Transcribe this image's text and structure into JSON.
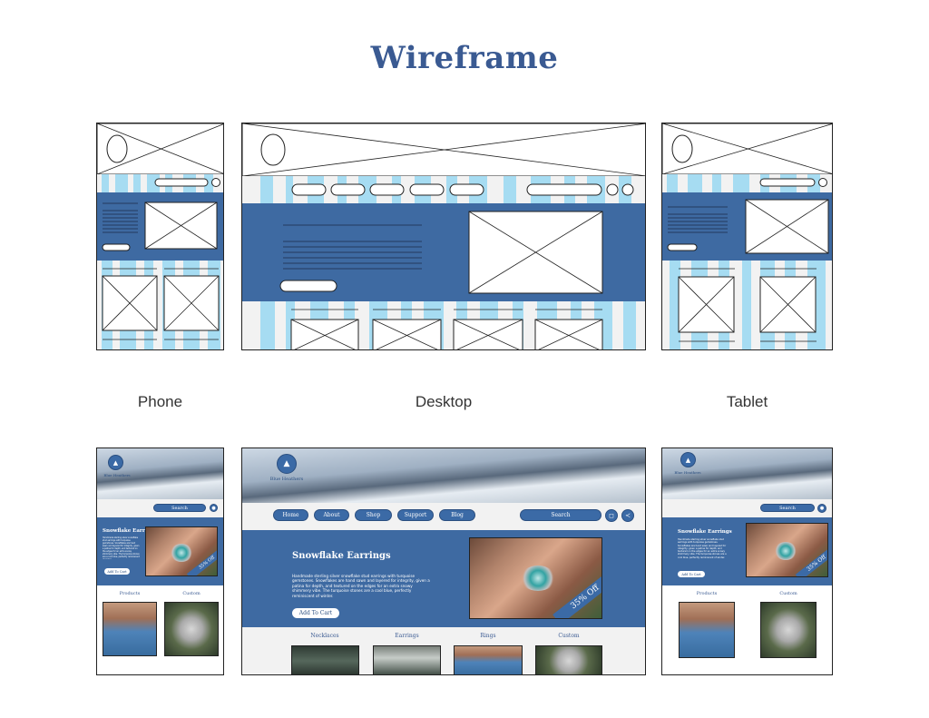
{
  "title": "Wireframe",
  "device_labels": {
    "phone": "Phone",
    "desktop": "Desktop",
    "tablet": "Tablet"
  },
  "nav": {
    "home": "Home",
    "about": "About",
    "shop": "Shop",
    "support": "Support",
    "blog": "Blog",
    "search": "Search"
  },
  "logo": {
    "name": "Blue Heathers"
  },
  "hero": {
    "heading": "Snowflake Earrings",
    "body": "Handmade sterling silver snowflake stud earrings with turquoise gemstones. Snowflakes are hand sawn and layered for integrity, given a patina for depth, and textured on the edges for an extra snowy shimmery vibe. The turquoise stones are a cool blue, perfectly reminiscent of winter.",
    "cta": "Add To Cart",
    "sale": "35% Off"
  },
  "categories": {
    "desktop": [
      "Necklaces",
      "Earrings",
      "Rings",
      "Custom"
    ],
    "mobile": [
      "Products",
      "Custom"
    ]
  },
  "colors": {
    "primary": "#3b6aa6",
    "accent_stripe": "#a6dcf2",
    "title": "#3a5a92"
  }
}
